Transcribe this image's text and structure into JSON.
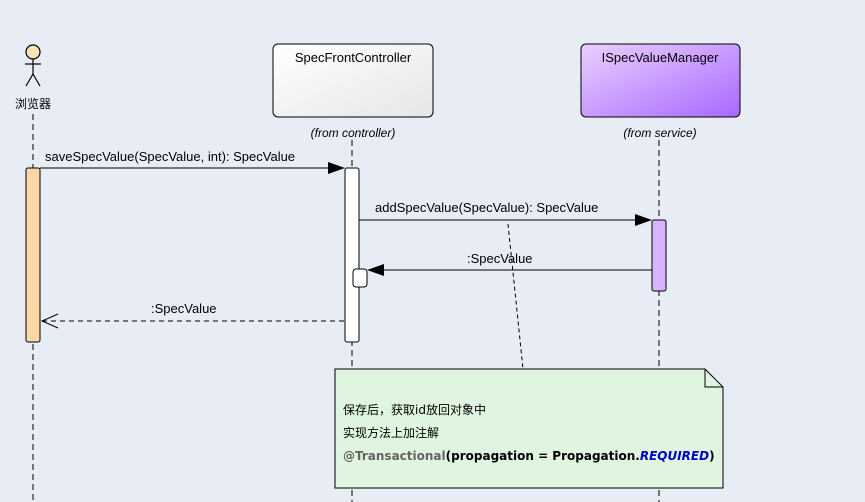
{
  "actor": {
    "label": "浏览器"
  },
  "lifelines": {
    "controller": {
      "name": "SpecFrontController",
      "from": "(from controller)"
    },
    "manager": {
      "name": "ISpecValueManager",
      "from": "(from service)"
    }
  },
  "messages": {
    "m1": "saveSpecValue(SpecValue, int): SpecValue",
    "m2": "addSpecValue(SpecValue): SpecValue",
    "m3": ":SpecValue",
    "m4": ":SpecValue"
  },
  "note": {
    "line1": "保存后，获取id放回对象中",
    "line2": "实现方法上加注解",
    "code": {
      "annotation": "@Transactional",
      "open": "(propagation = Propagation.",
      "constant": "REQUIRED",
      "close": ")"
    }
  },
  "colors": {
    "background": "#e8ecf5",
    "actor_activation": "#f9d7a6",
    "manager_box_start": "#e9ccff",
    "manager_box_end": "#b070ff",
    "manager_activation": "#d9b3ff",
    "note_fill": "#dff5df"
  }
}
